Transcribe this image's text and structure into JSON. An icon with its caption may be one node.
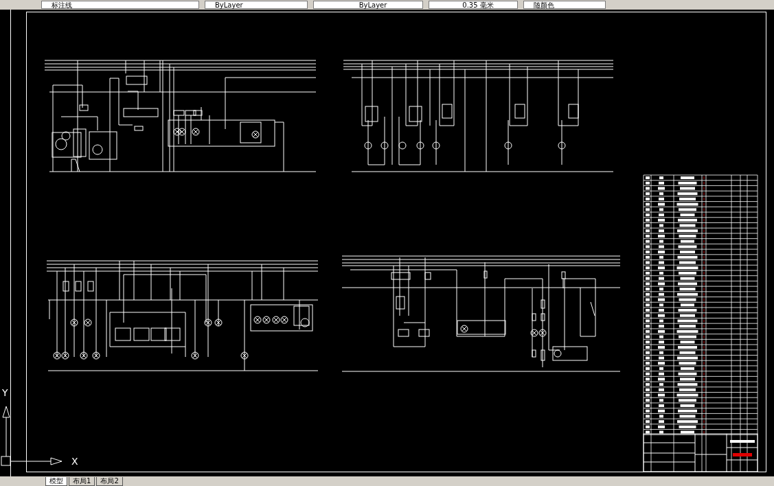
{
  "diagram": {
    "labels": [
      "标注线",
      "ByLayer",
      "ByLayer",
      "0.35 毫米",
      "随颜色",
      "模型",
      "布局1",
      "布局2",
      "Y",
      "X"
    ]
  }
}
